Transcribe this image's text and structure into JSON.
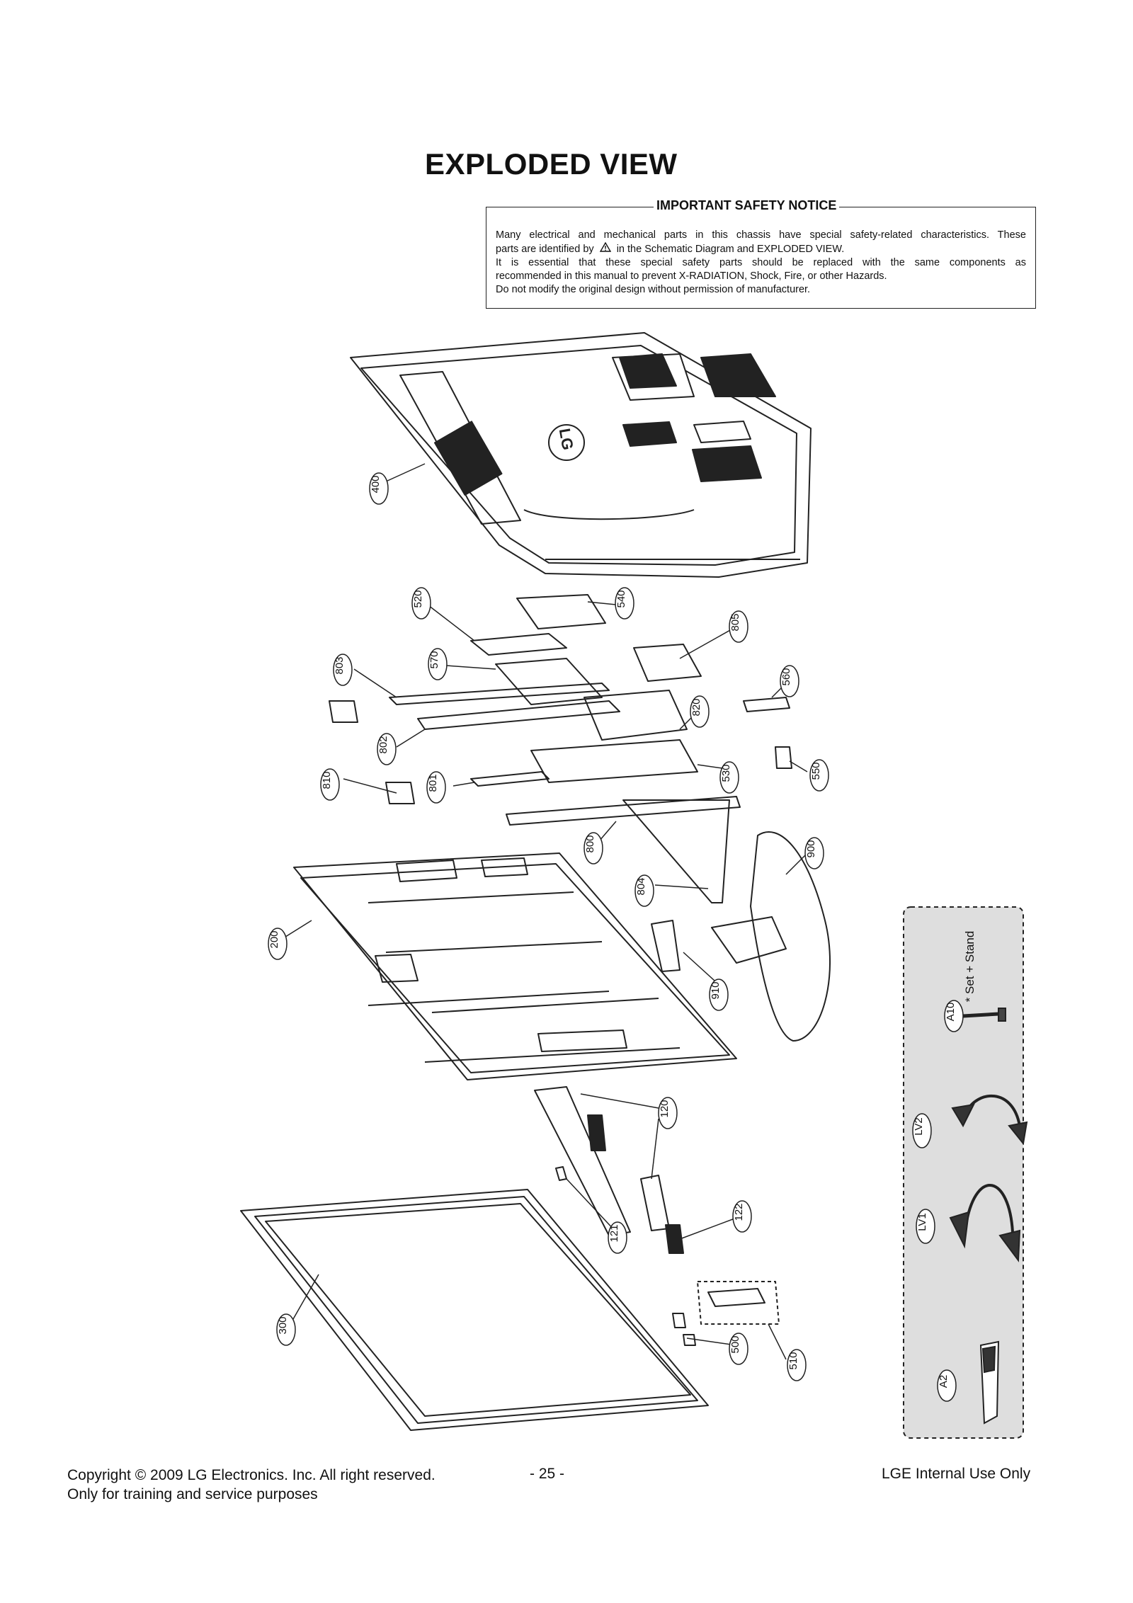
{
  "page_title": "EXPLODED VIEW",
  "safety_notice": {
    "heading": "IMPORTANT SAFETY NOTICE",
    "line1": "Many electrical and mechanical parts in this chassis have special safety-related characteristics. These",
    "line2_a": "parts are identified by",
    "line2_b": "in the Schematic Diagram and EXPLODED VIEW.",
    "line3": "It is essential that these special safety parts should be replaced with the same components as",
    "line4": "recommended in this manual to prevent X-RADIATION, Shock, Fire, or other Hazards.",
    "line5": "Do not modify the original design without permission of manufacturer."
  },
  "parts": {
    "p400": "400",
    "p520": "520",
    "p540": "540",
    "p805": "805",
    "p570": "570",
    "p803": "803",
    "p560": "560",
    "p820": "820",
    "p802": "802",
    "p810": "810",
    "p801": "801",
    "p530": "530",
    "p550": "550",
    "p800": "800",
    "p900": "900",
    "p804": "804",
    "p200": "200",
    "p910": "910",
    "p120": "120",
    "p122": "122",
    "p121": "121",
    "p300": "300",
    "p500": "500",
    "p510": "510"
  },
  "accessories": {
    "a10": "A10",
    "a10_note": "* Set + Stand",
    "lv2": "LV2",
    "lv1": "LV1",
    "a2": "A2"
  },
  "logo_text": "LG",
  "footer": {
    "copyright_line1": "Copyright  © 2009 LG Electronics. Inc. All right reserved.",
    "copyright_line2": "Only for training and service purposes",
    "page_number": "- 25 -",
    "internal_use": "LGE Internal Use Only"
  }
}
